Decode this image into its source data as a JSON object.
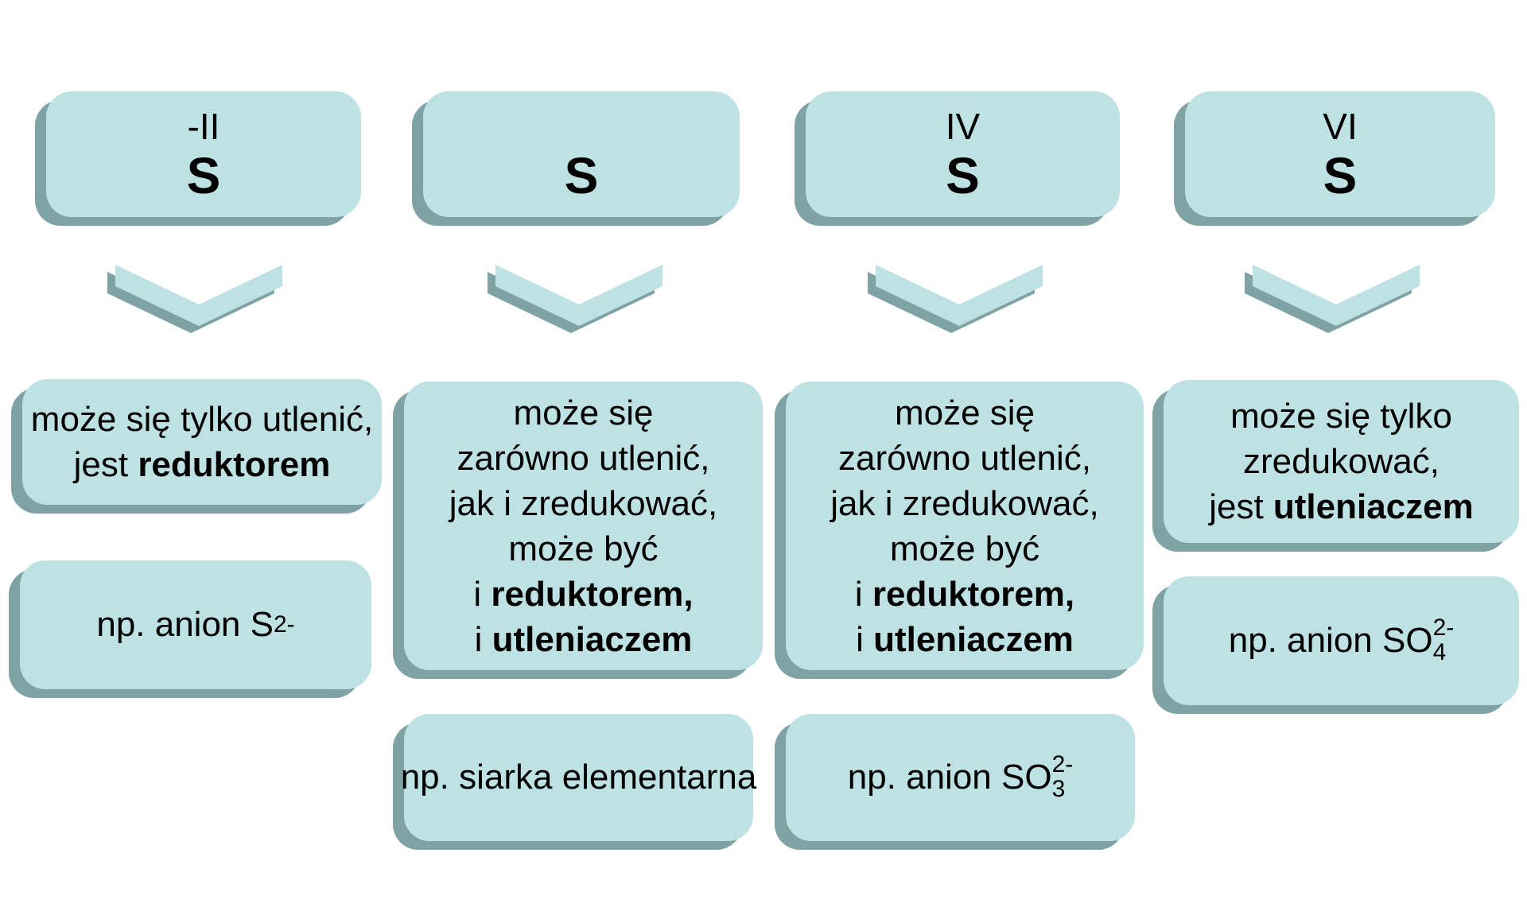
{
  "colors": {
    "background": "#ffffff",
    "box_fill": "#bee2e4",
    "box_shadow": "#7fa3a4",
    "text": "#000000"
  },
  "columns": [
    {
      "oxidation_state": "-II",
      "element": "S",
      "description_lines": [
        [
          {
            "t": "może się tylko utlenić,"
          }
        ],
        [
          {
            "t": "jest "
          },
          {
            "t": "reduktorem",
            "b": true
          }
        ]
      ],
      "example_segments": [
        {
          "t": "np. anion S"
        },
        {
          "sup": "2-"
        }
      ]
    },
    {
      "oxidation_state": "",
      "element": "S",
      "description_lines": [
        [
          {
            "t": "może się"
          }
        ],
        [
          {
            "t": "zarówno utlenić,"
          }
        ],
        [
          {
            "t": "jak i zredukować,"
          }
        ],
        [
          {
            "t": "może być"
          }
        ],
        [
          {
            "t": "i "
          },
          {
            "t": "reduktorem,",
            "b": true
          }
        ],
        [
          {
            "t": "i "
          },
          {
            "t": "utleniaczem",
            "b": true
          }
        ]
      ],
      "example_segments": [
        {
          "t": "np. siarka elementarna"
        }
      ]
    },
    {
      "oxidation_state": "IV",
      "element": "S",
      "description_lines": [
        [
          {
            "t": "może się"
          }
        ],
        [
          {
            "t": "zarówno utlenić,"
          }
        ],
        [
          {
            "t": "jak i zredukować,"
          }
        ],
        [
          {
            "t": "może być"
          }
        ],
        [
          {
            "t": "i "
          },
          {
            "t": "reduktorem,",
            "b": true
          }
        ],
        [
          {
            "t": "i "
          },
          {
            "t": "utleniaczem",
            "b": true
          }
        ]
      ],
      "example_segments": [
        {
          "t": "np. anion SO"
        },
        {
          "stack": {
            "sup": "2-",
            "sub": "3"
          }
        }
      ]
    },
    {
      "oxidation_state": "VI",
      "element": "S",
      "description_lines": [
        [
          {
            "t": "może się tylko"
          }
        ],
        [
          {
            "t": "zredukować,"
          }
        ],
        [
          {
            "t": "jest "
          },
          {
            "t": "utleniaczem",
            "b": true
          }
        ]
      ],
      "example_segments": [
        {
          "t": "np. anion SO"
        },
        {
          "stack": {
            "sup": "2-",
            "sub": "4"
          }
        }
      ]
    }
  ]
}
